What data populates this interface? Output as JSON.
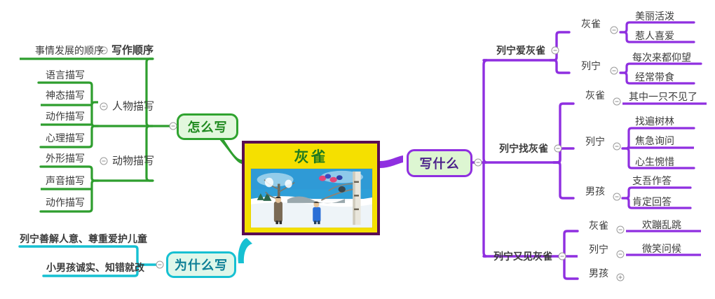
{
  "root": {
    "title": "灰雀",
    "image_alt": "winter-scene-illustration"
  },
  "colors": {
    "root_fill": "#f5e000",
    "root_border": "#5a0d52",
    "root_title": "#1f7a1f",
    "green_branch": "#2e9e2e",
    "cyan_branch": "#16c0d2",
    "purple_branch": "#8f2fe0",
    "label_text": "#3b3b3b"
  },
  "branches": {
    "how": {
      "label": "怎么写",
      "toggle": "minus",
      "children": [
        {
          "label": "写作顺序",
          "toggle": "minus",
          "children": [
            {
              "label": "事情发展的顺序"
            }
          ]
        },
        {
          "label": "人物描写",
          "toggle": "minus",
          "children": [
            {
              "label": "语言描写"
            },
            {
              "label": "神态描写"
            },
            {
              "label": "动作描写"
            },
            {
              "label": "心理描写"
            }
          ]
        },
        {
          "label": "动物描写",
          "toggle": "minus",
          "children": [
            {
              "label": "外形描写"
            },
            {
              "label": "声音描写"
            },
            {
              "label": "动作描写"
            }
          ]
        }
      ]
    },
    "why": {
      "label": "为什么写",
      "toggle": "minus",
      "children": [
        {
          "label": "列宁善解人意、尊重爱护儿童"
        },
        {
          "label": "小男孩诚实、知错就改"
        }
      ]
    },
    "what": {
      "label": "写什么",
      "toggle": "minus",
      "children": [
        {
          "label": "列宁爱灰雀",
          "toggle": "minus",
          "children": [
            {
              "label": "灰雀",
              "toggle": "minus",
              "children": [
                {
                  "label": "美丽活泼"
                },
                {
                  "label": "惹人喜爱"
                }
              ]
            },
            {
              "label": "列宁",
              "toggle": "minus",
              "children": [
                {
                  "label": "每次来都仰望"
                },
                {
                  "label": "经常带食"
                }
              ]
            }
          ]
        },
        {
          "label": "列宁找灰雀",
          "toggle": "minus",
          "children": [
            {
              "label": "灰雀",
              "toggle": "minus",
              "children": [
                {
                  "label": "其中一只不见了"
                }
              ]
            },
            {
              "label": "列宁",
              "toggle": "minus",
              "children": [
                {
                  "label": "找遍树林"
                },
                {
                  "label": "焦急询问"
                },
                {
                  "label": "心生惋惜"
                }
              ]
            },
            {
              "label": "男孩",
              "toggle": "minus",
              "children": [
                {
                  "label": "支吾作答"
                },
                {
                  "label": "肯定回答"
                }
              ]
            }
          ]
        },
        {
          "label": "列宁又见灰雀",
          "toggle": "minus",
          "children": [
            {
              "label": "灰雀",
              "toggle": "minus",
              "children": [
                {
                  "label": "欢蹦乱跳"
                }
              ]
            },
            {
              "label": "列宁",
              "toggle": "minus",
              "children": [
                {
                  "label": "微笑问候"
                }
              ]
            },
            {
              "label": "男孩",
              "toggle": "plus",
              "children": []
            }
          ]
        }
      ]
    }
  }
}
